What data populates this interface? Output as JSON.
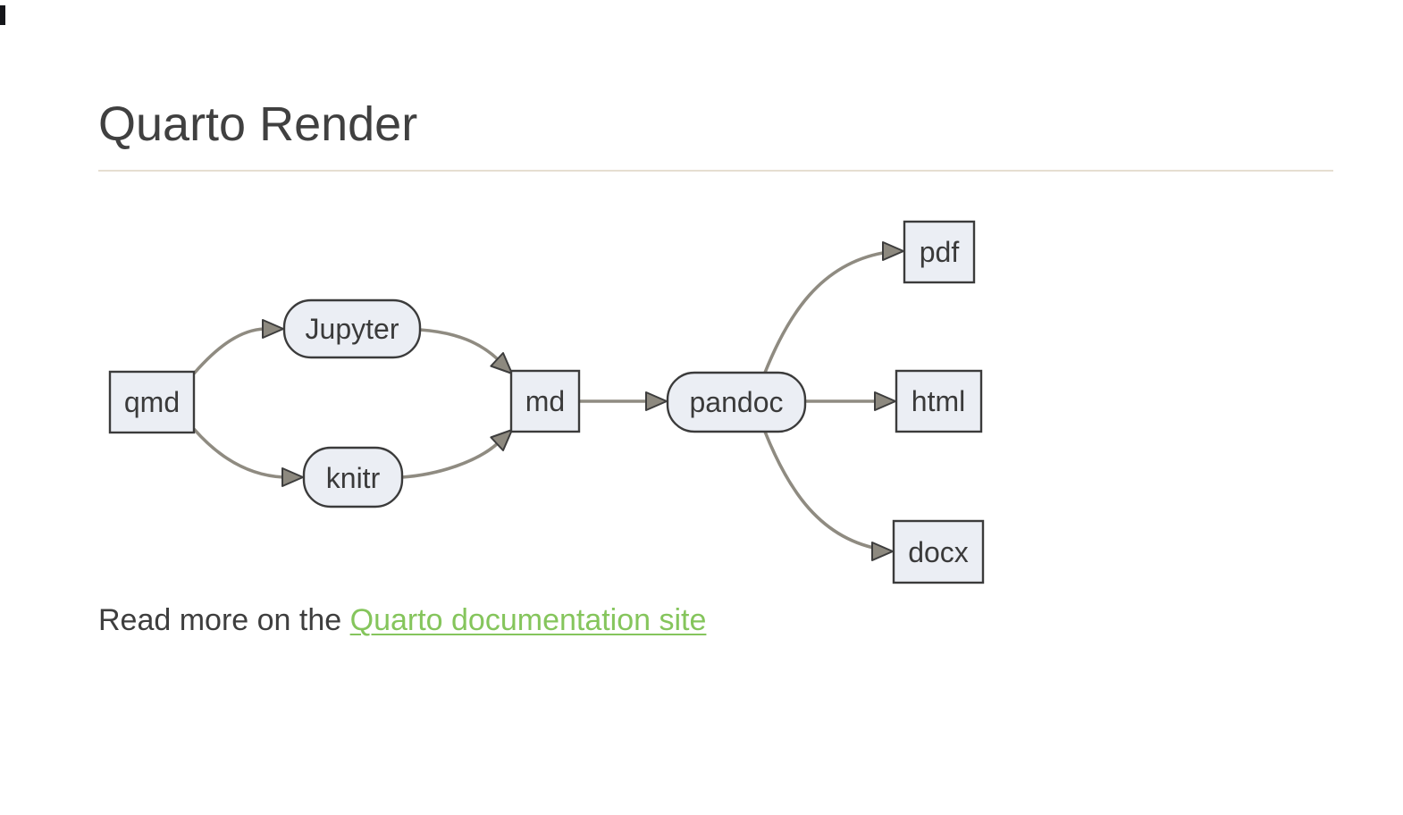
{
  "header": {
    "title": "Quarto Render"
  },
  "diagram": {
    "nodes": [
      {
        "id": "qmd",
        "label": "qmd",
        "shape": "rect"
      },
      {
        "id": "jupyter",
        "label": "Jupyter",
        "shape": "stadium"
      },
      {
        "id": "knitr",
        "label": "knitr",
        "shape": "stadium"
      },
      {
        "id": "md",
        "label": "md",
        "shape": "rect"
      },
      {
        "id": "pandoc",
        "label": "pandoc",
        "shape": "stadium"
      },
      {
        "id": "pdf",
        "label": "pdf",
        "shape": "rect"
      },
      {
        "id": "html",
        "label": "html",
        "shape": "rect"
      },
      {
        "id": "docx",
        "label": "docx",
        "shape": "rect"
      }
    ],
    "edges": [
      {
        "from": "qmd",
        "to": "jupyter"
      },
      {
        "from": "qmd",
        "to": "knitr"
      },
      {
        "from": "jupyter",
        "to": "md"
      },
      {
        "from": "knitr",
        "to": "md"
      },
      {
        "from": "md",
        "to": "pandoc"
      },
      {
        "from": "pandoc",
        "to": "pdf"
      },
      {
        "from": "pandoc",
        "to": "html"
      },
      {
        "from": "pandoc",
        "to": "docx"
      }
    ]
  },
  "footer": {
    "text_prefix": "Read more on the ",
    "link_label": "Quarto documentation site"
  },
  "colors": {
    "link_green": "#85c55c",
    "node_fill": "#ebeef4",
    "node_border": "#3b3b3b",
    "edge_gray": "#8f8b81",
    "divider_tan": "#e6ded1",
    "text_dark": "#404040"
  }
}
